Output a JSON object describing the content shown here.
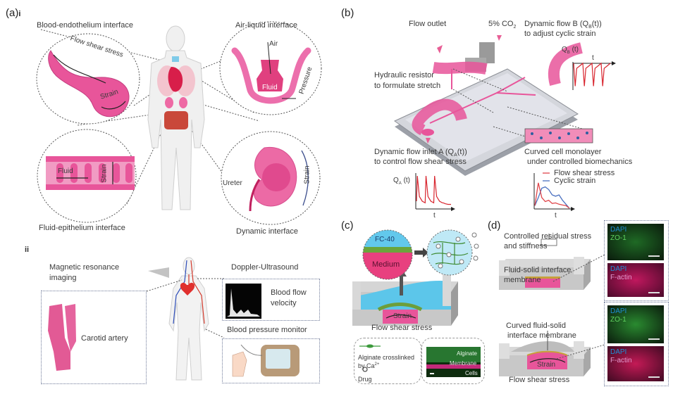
{
  "figure": {
    "panel_a": {
      "tag": "(a)",
      "sub_i": "i",
      "sub_ii": "ii",
      "interfaces": {
        "blood_endothelium": {
          "title": "Blood-endothelium interface",
          "inner_labels": [
            "Flow shear stress",
            "Strain"
          ]
        },
        "air_liquid": {
          "title": "Air-liquid interface",
          "inner_labels": [
            "Air",
            "Fluid",
            "Pressure"
          ]
        },
        "fluid_epithelium": {
          "title": "Fluid-epithelium interface",
          "inner_labels": [
            "Fluid",
            "Strain"
          ]
        },
        "dynamic": {
          "title": "Dynamic interface",
          "inner_labels": [
            "Ureter",
            "Strain"
          ]
        }
      },
      "clinical": {
        "mri_label": "Magnetic resonance imaging",
        "mri_line1": "Magnetic resonance",
        "mri_line2": "imaging",
        "carotid_label": "Carotid artery",
        "doppler_title": "Doppler-Ultrasound",
        "doppler_label_1": "Blood flow",
        "doppler_label_2": "velocity",
        "bp_title": "Blood pressure monitor"
      }
    },
    "panel_b": {
      "tag": "(b)",
      "flow_outlet": "Flow outlet",
      "co2": "5% CO",
      "co2_sub": "2",
      "flow_b_line1": "Dynamic flow  B (Q",
      "flow_b_sub": "B",
      "flow_b_line1_end": "(t))",
      "flow_b_line2": "to adjust cyclic strain",
      "resistor_line1": "Hydraulic resistor",
      "resistor_line2": "to formulate stretch",
      "flow_a_line1": "Dynamic flow inlet A (Q",
      "flow_a_sub": "A",
      "flow_a_line1_end": "(t))",
      "flow_a_line2": "to control flow shear stress",
      "monolayer_line1": "Curved cell monolayer",
      "monolayer_line2": "under controlled biomechanics",
      "plot_qb": {
        "ylabel": "Q",
        "ylabel_sub": "B",
        "ylabel_end": " (t)",
        "xlabel": "t"
      },
      "plot_qa": {
        "ylabel": "Q",
        "ylabel_sub": "A",
        "ylabel_end": " (t)",
        "xlabel": "t"
      },
      "plot_mech": {
        "xlabel": "t",
        "legend": [
          {
            "name": "Flow shear stress",
            "color": "#e0454a"
          },
          {
            "name": "Cyclic strain",
            "color": "#4a70c0"
          }
        ]
      }
    },
    "panel_c": {
      "tag": "(c)",
      "fc40": "FC-40",
      "medium": "Medium",
      "strain": "Strain",
      "flow_shear": "Flow shear stress",
      "legend_alginate_1": "Alginate crosslinked",
      "legend_alginate_2": "by Ca",
      "legend_alginate_sup": "2+",
      "legend_drug": "Drug",
      "micro_labels": [
        "Alginate",
        "Membrane",
        "Cells"
      ]
    },
    "panel_d": {
      "tag": "(d)",
      "top_line1": "Controlled residual stress",
      "top_line2": "and stiffness",
      "top_membrane_1": "Fluid-solid interface",
      "top_membrane_2": "membrane",
      "bottom_line1": "Curved fluid-solid",
      "bottom_line2": "interface membrane",
      "strain": "Strain",
      "flow_shear": "Flow shear stress",
      "stains": [
        {
          "l1": "DAPI",
          "l2": "ZO-1",
          "color": "#2fa83a"
        },
        {
          "l1": "DAPI",
          "l2": "F-actin",
          "color": "#d0216a"
        },
        {
          "l1": "DAPI",
          "l2": "ZO-1",
          "color": "#2fa83a"
        },
        {
          "l1": "DAPI",
          "l2": "F-actin",
          "color": "#d0216a"
        }
      ]
    }
  },
  "colors": {
    "tissue_pink": "#e8559a",
    "tissue_light": "#f29ac2",
    "dashed": "#555555",
    "chip_grey": "#c9cbd2",
    "water_blue": "#5cc6ea",
    "plot_red": "#d8252e"
  },
  "chart_data": [
    {
      "type": "line",
      "title": "Q_B(t)",
      "xlabel": "t",
      "ylabel": "Q_B (t)",
      "series": [
        {
          "name": "Q_B",
          "color": "#d8252e",
          "x": [
            0,
            0.5,
            1,
            2,
            3,
            3.5,
            4,
            5,
            6,
            6.5,
            7,
            8,
            9,
            9.5,
            10,
            11,
            12
          ],
          "values": [
            0,
            -0.9,
            -0.2,
            -0.1,
            0,
            -0.9,
            -0.2,
            -0.1,
            0,
            -0.9,
            -0.2,
            -0.1,
            0,
            -0.9,
            -0.2,
            -0.1,
            0
          ]
        }
      ]
    },
    {
      "type": "line",
      "title": "Q_A(t)",
      "xlabel": "t",
      "ylabel": "Q_A (t)",
      "series": [
        {
          "name": "Q_A",
          "color": "#d8252e",
          "x": [
            0,
            0.3,
            1,
            2,
            3,
            3.3,
            4,
            5,
            6,
            6.3,
            7,
            8,
            9,
            9.3,
            10,
            11,
            12
          ],
          "values": [
            0.2,
            1,
            0.35,
            0.2,
            0.15,
            1,
            0.35,
            0.2,
            0.15,
            1,
            0.35,
            0.2,
            0.15,
            0.15,
            0.12,
            0.1,
            0.1
          ]
        }
      ]
    },
    {
      "type": "line",
      "title": "Flow shear stress vs Cyclic strain",
      "xlabel": "t",
      "ylabel": "",
      "series": [
        {
          "name": "Flow shear stress",
          "color": "#e0454a",
          "x": [
            0,
            1,
            2,
            3,
            4,
            5,
            6,
            7,
            8,
            9,
            10
          ],
          "values": [
            0.1,
            0.95,
            0.4,
            0.25,
            0.3,
            0.18,
            0.2,
            0.15,
            0.12,
            0.1,
            0
          ]
        },
        {
          "name": "Cyclic strain",
          "color": "#4a70c0",
          "x": [
            0,
            1,
            2,
            3,
            4,
            5,
            6,
            7,
            8,
            9,
            10
          ],
          "values": [
            0.1,
            0.4,
            0.75,
            0.8,
            0.7,
            0.5,
            0.45,
            0.5,
            0.3,
            0.15,
            0
          ]
        }
      ]
    }
  ]
}
